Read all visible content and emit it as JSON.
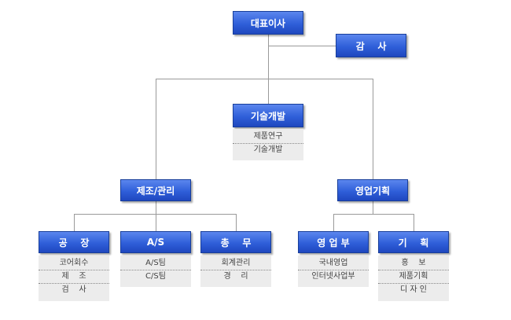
{
  "ceo": "대표이사",
  "audit": "감    사",
  "rnd": {
    "title": "기술개발",
    "items": [
      "제품연구",
      "기술개발"
    ]
  },
  "mfg": "제조/관리",
  "sales": "영업기획",
  "depts": [
    {
      "title": "공    장",
      "items": [
        "코어회수",
        "제    조",
        "검    사"
      ]
    },
    {
      "title": "A/S",
      "items": [
        "A/S팀",
        "C/S팀"
      ]
    },
    {
      "title": "총    무",
      "items": [
        "회계관리",
        "경    리"
      ]
    },
    {
      "title": "영 업 부",
      "items": [
        "국내영업",
        "인터넷사업부"
      ]
    },
    {
      "title": "기    획",
      "items": [
        "홍    보",
        "제품기획",
        "디 자 인"
      ]
    }
  ],
  "colors": {
    "box_top": "#5b86ee",
    "box_bottom": "#1f47bf",
    "line": "#9a9a9a",
    "sub_bg": "#ececec"
  }
}
